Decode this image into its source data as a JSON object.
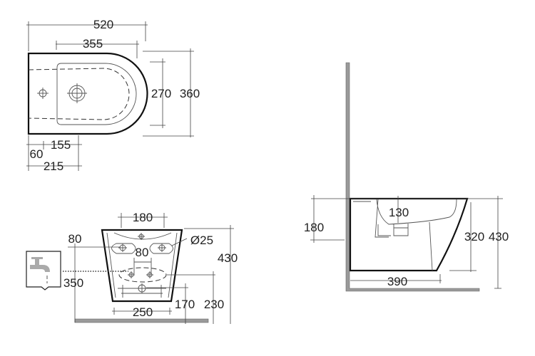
{
  "top_view": {
    "overall_length": "520",
    "bowl_length": "355",
    "bowl_width": "270",
    "overall_width": "360",
    "tap_hole_to_bowl": "155",
    "edge_to_tap_hole": "60",
    "edge_to_bowl_center": "215"
  },
  "front_view": {
    "fixing_spacing": "180",
    "fixing_height_offset": "80",
    "fixing_diameter": "Ø25",
    "inlet_spacing": "80",
    "overall_height": "430",
    "supply_height": "350",
    "waste_spacing": "250",
    "waste_height": "170",
    "inlet_height": "230"
  },
  "side_view": {
    "fixing_height": "180",
    "waste_projection": "130",
    "body_height": "320",
    "overall_height": "430",
    "projection": "390"
  },
  "colors": {
    "line": "#111111",
    "wall": "#9a9a9a"
  }
}
